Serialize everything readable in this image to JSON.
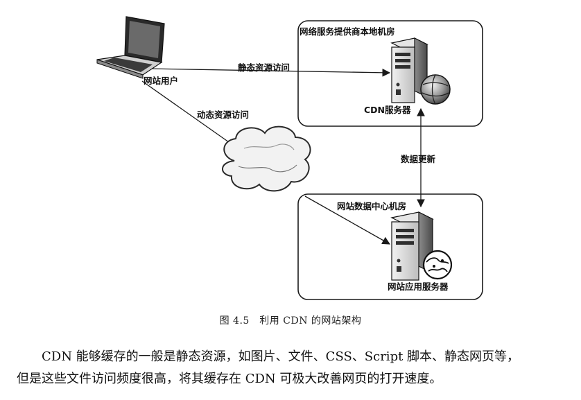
{
  "diagram": {
    "user_label": "网站用户",
    "static_access_label": "静态资源访问",
    "dynamic_access_label": "动态资源访问",
    "isp_room_label": "网络服务提供商本地机房",
    "cdn_server_label": "CDN服务器",
    "data_update_label": "数据更新",
    "datacenter_label": "网站数据中心机房",
    "app_server_label": "网站应用服务器"
  },
  "figure": {
    "caption": "图 4.5　利用 CDN 的网站架构"
  },
  "text": {
    "paragraph_line1": "CDN 能够缓存的一般是静态资源，如图片、文件、CSS、Script 脚本、静态网页等，",
    "paragraph_line2": "但是这些文件访问频度很高，将其缓存在 CDN 可极大改善网页的打开速度。"
  },
  "colors": {
    "line": "#1a1a1a",
    "server_body": "#d8d8d8",
    "server_dark": "#3a3a3a"
  },
  "icons": [
    "laptop-icon",
    "cdn-server-icon",
    "globe-icon",
    "cloud-icon",
    "app-server-icon",
    "globe-network-icon"
  ]
}
